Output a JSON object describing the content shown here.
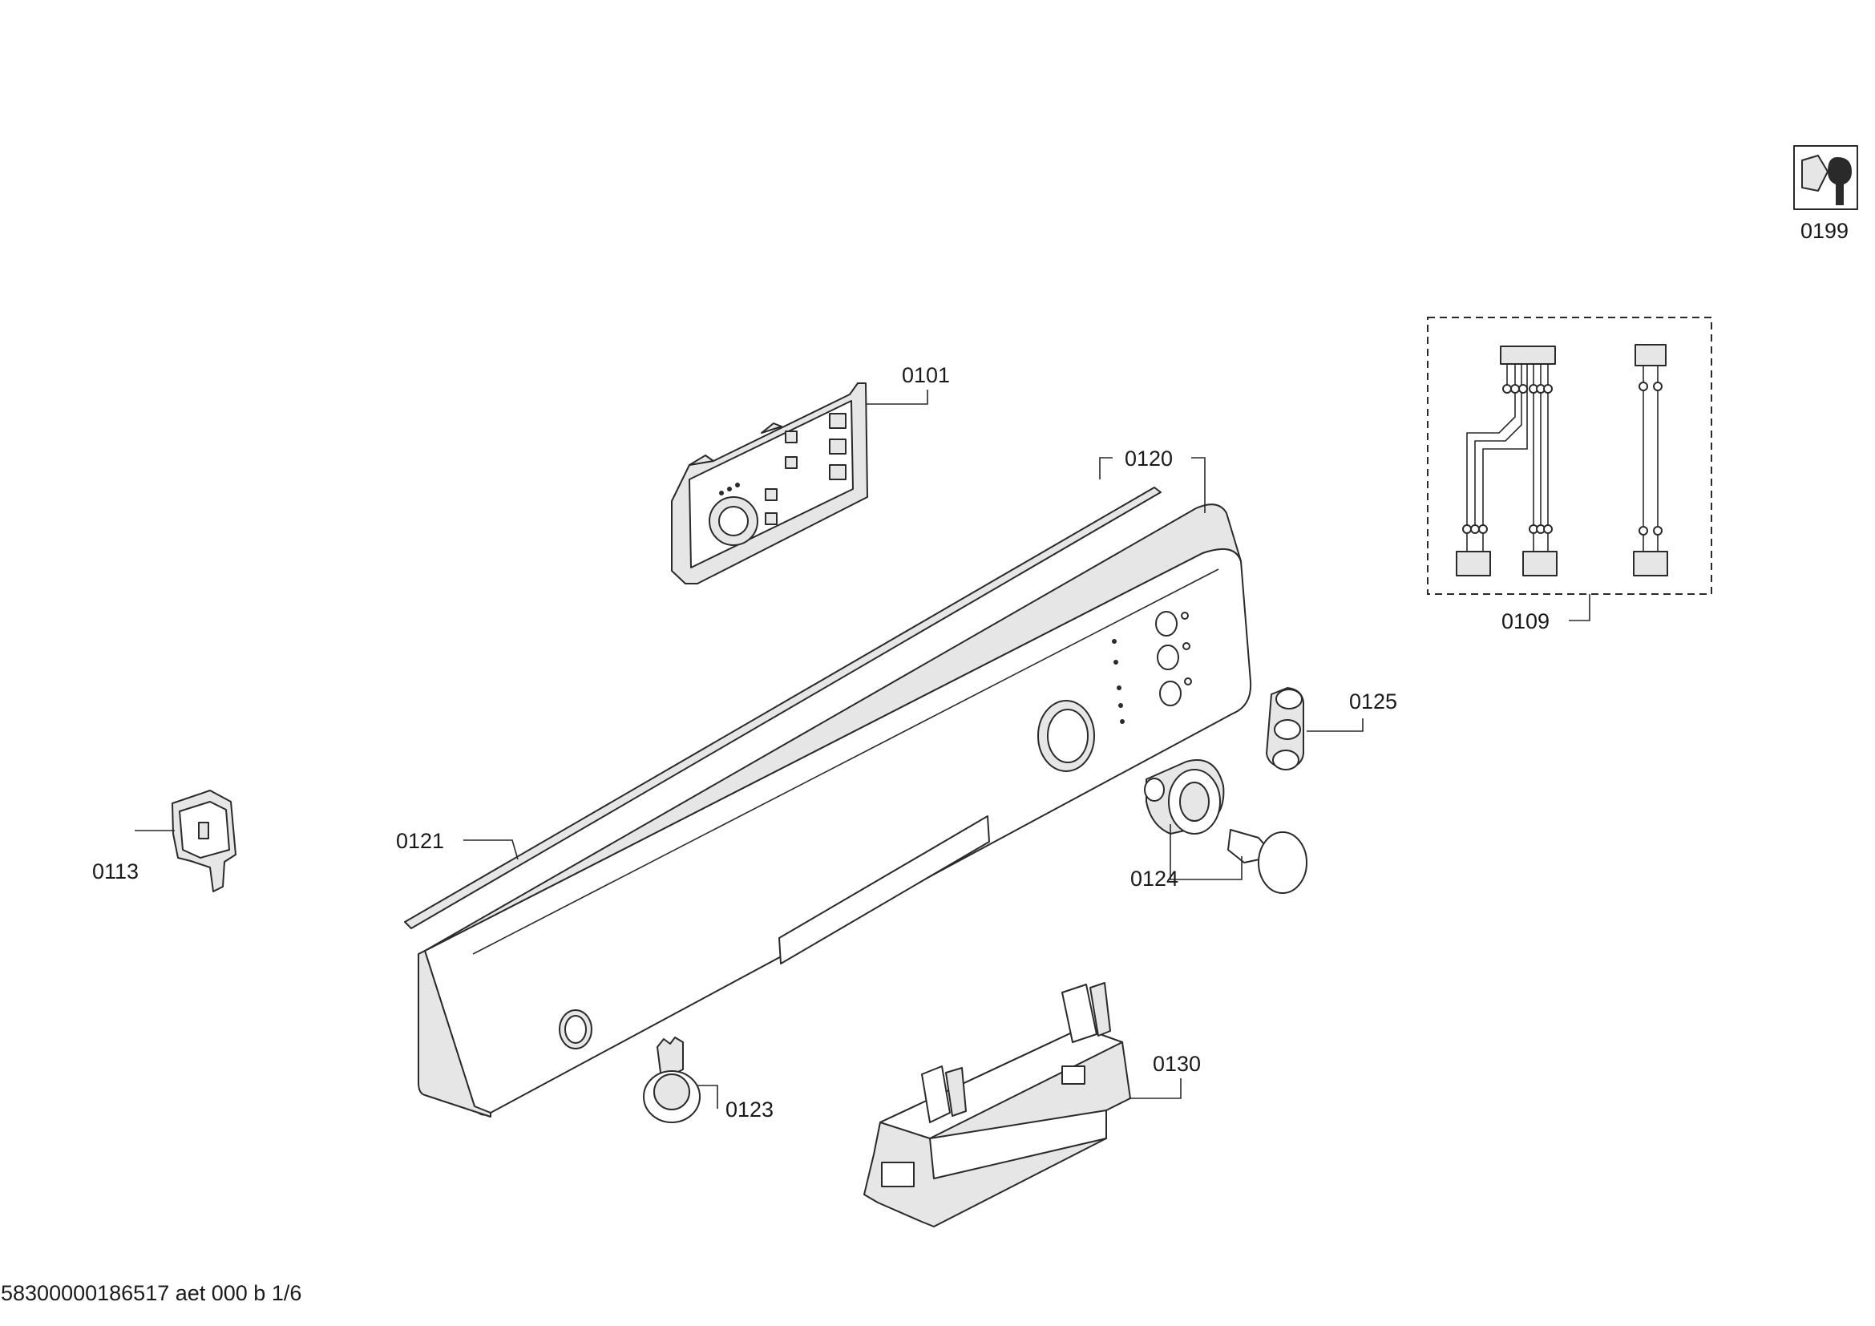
{
  "parts": {
    "p0101": "0101",
    "p0109": "0109",
    "p0113": "0113",
    "p0120": "0120",
    "p0121": "0121",
    "p0123": "0123",
    "p0124": "0124",
    "p0125": "0125",
    "p0130": "0130",
    "p0199": "0199"
  },
  "footer": "58300000186517 aet 000 b 1/6",
  "colors": {
    "line": "#2a2a2a",
    "shade": "#e6e6e6",
    "background": "#ffffff"
  },
  "icons": {
    "service_kit": "wrench-bolt-icon"
  }
}
